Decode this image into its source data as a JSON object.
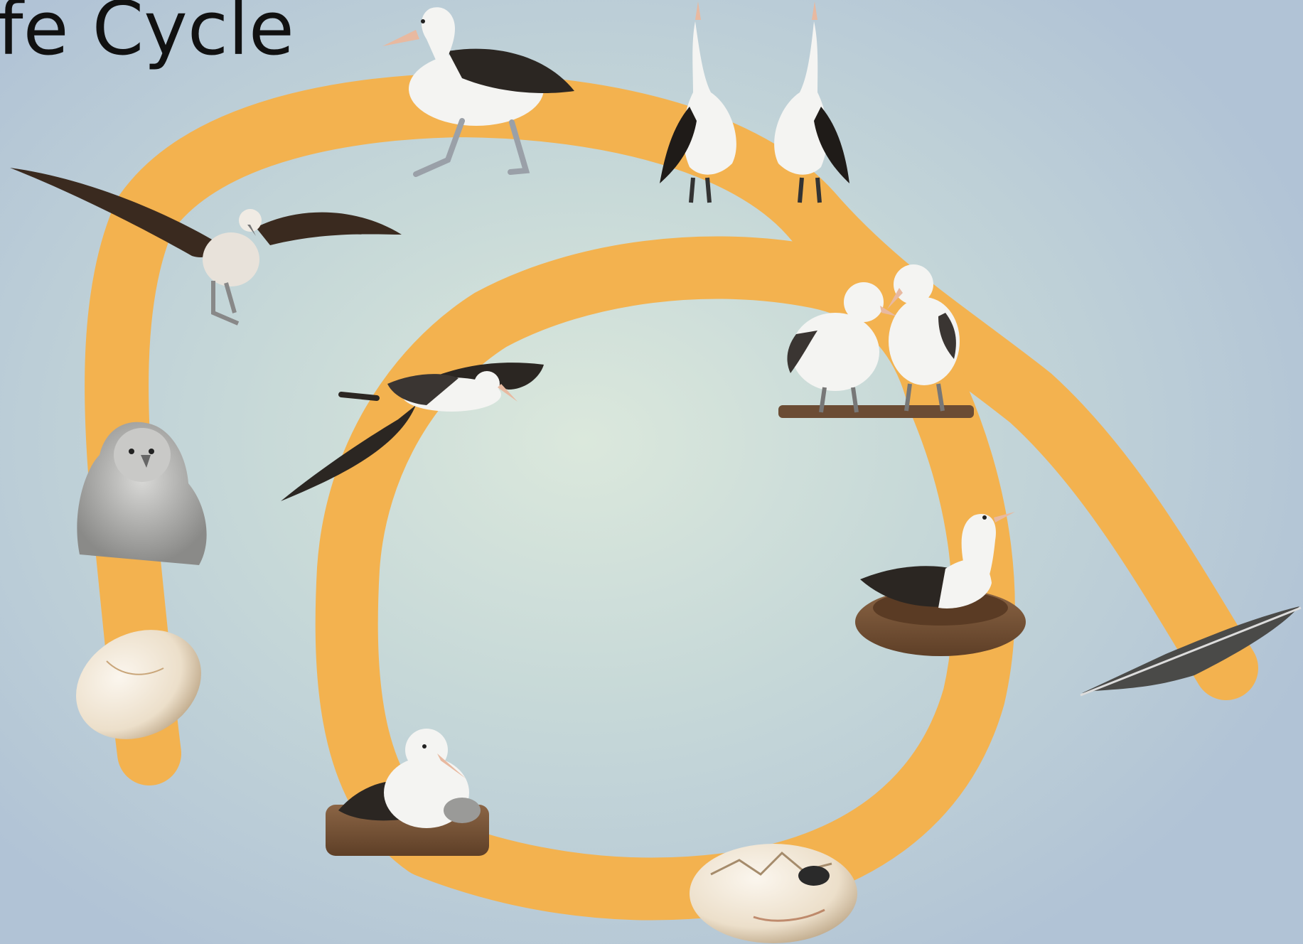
{
  "slide": {
    "title": "fe Cycle"
  },
  "stages": [
    {
      "name": "egg"
    },
    {
      "name": "downy-chick"
    },
    {
      "name": "fledgling-flying"
    },
    {
      "name": "adult-walking"
    },
    {
      "name": "courtship-dance"
    },
    {
      "name": "pair-nest-building"
    },
    {
      "name": "adult-incubating"
    },
    {
      "name": "hatching-egg"
    },
    {
      "name": "adult-brooding-chick"
    },
    {
      "name": "adult-soaring"
    }
  ],
  "colors": {
    "path": "#f3b24f",
    "plumage_white": "#f4f4f2",
    "plumage_dark": "#2b2622",
    "beak": "#e8b9a0",
    "nest": "#7a5538",
    "egg": "#efe4d2"
  },
  "icons": [
    "egg-icon",
    "chick-icon",
    "fledgling-icon",
    "walking-albatross-icon",
    "dancing-albatross-icon",
    "nesting-pair-icon",
    "incubating-albatross-icon",
    "hatching-egg-icon",
    "brooding-albatross-icon",
    "soaring-albatross-icon",
    "feather-icon"
  ]
}
